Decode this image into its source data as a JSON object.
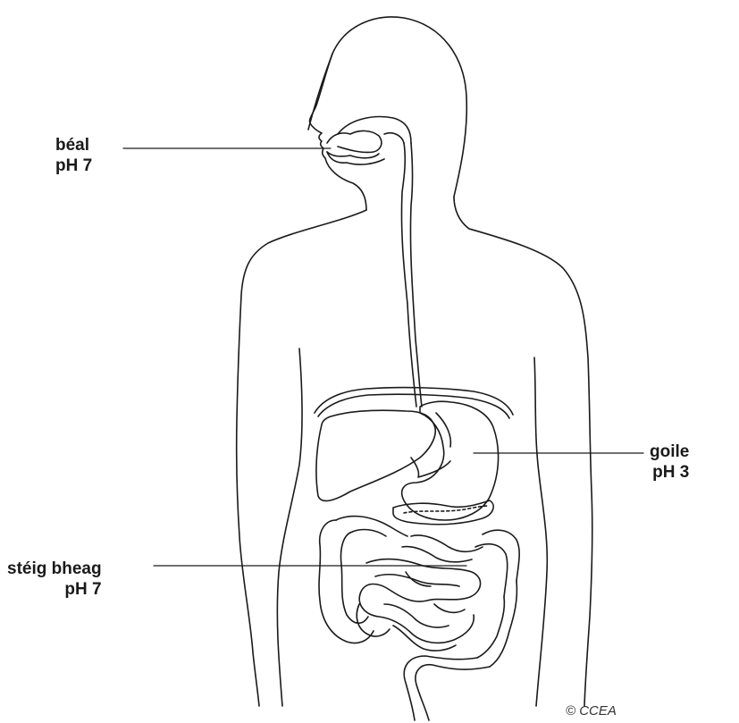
{
  "labels": {
    "mouth": {
      "name": "béal",
      "ph": "pH 7"
    },
    "stomach": {
      "name": "goile",
      "ph": "pH 3"
    },
    "small_intestine": {
      "name": "stéig bheag",
      "ph": "pH 7"
    }
  },
  "copyright": "© CCEA",
  "colors": {
    "line": "#1a1a1a",
    "background": "#ffffff"
  }
}
